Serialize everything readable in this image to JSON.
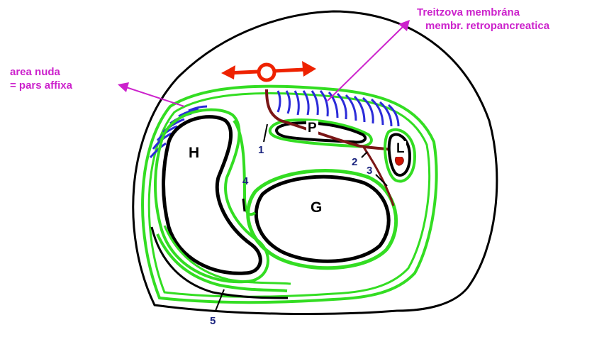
{
  "colors": {
    "membrane": "#33dd22",
    "organ_outline": "#000000",
    "treitz": "#7a1616",
    "vessel": "#ee2200",
    "annotation": "#cc22cc",
    "numbers": "#1a237e",
    "hatch": "#2b2bd9"
  },
  "labels": {
    "area_nuda_line1": "area nuda",
    "area_nuda_line2": "= pars affixa",
    "treitz_line1": "Treitzova membrána",
    "treitz_line2": "membr. retropancreatica"
  },
  "organs": {
    "hepar": "H",
    "gaster": "G",
    "pancreas": "P",
    "lien": "L"
  },
  "numbers": {
    "n1": "1",
    "n2": "2",
    "n3": "3",
    "n4": "4",
    "n5": "5"
  }
}
